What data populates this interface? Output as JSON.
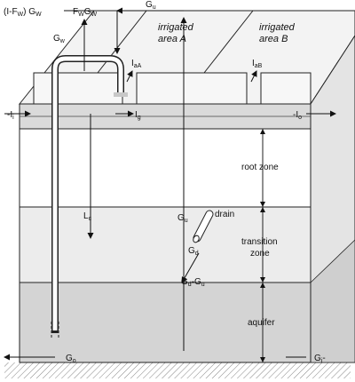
{
  "labels": {
    "fw_gw": "(I-F",
    "fw_sub1": "W",
    "fw_mid": ") G",
    "fw_sub2": "W",
    "fwgw": "F",
    "fwgw_sub1": "W",
    "fwgw_mid": "G",
    "fwgw_sub2": "W",
    "gu_top": "G",
    "gu_top_sub": "u",
    "gw": "G",
    "gw_sub": "w",
    "iaA": "I",
    "iaA_sub": "aA",
    "iaB": "I",
    "iaB_sub": "aB",
    "ii": "I",
    "ii_sub": "i",
    "ig": "I",
    "ig_sub": "g",
    "io": "I",
    "io_sub": "o",
    "lc": "L",
    "lc_sub": "c",
    "gu_mid": "G",
    "gu_mid_sub": "u",
    "drain": "drain",
    "gd": "G",
    "gd_sub": "d",
    "gdgu": "G",
    "gdgu_sub1": "d",
    "gdgu_mid": "-G",
    "gdgu_sub2": "u",
    "go": "G",
    "go_sub": "o",
    "gi": "G",
    "gi_sub": "i"
  },
  "areas": {
    "a_line1": "irrigated",
    "a_line2": "area A",
    "b_line1": "irrigated",
    "b_line2": "area B"
  },
  "zones": {
    "root": "root zone",
    "transition_line1": "transition",
    "transition_line2": "zone",
    "aquifer": "aquifer"
  }
}
